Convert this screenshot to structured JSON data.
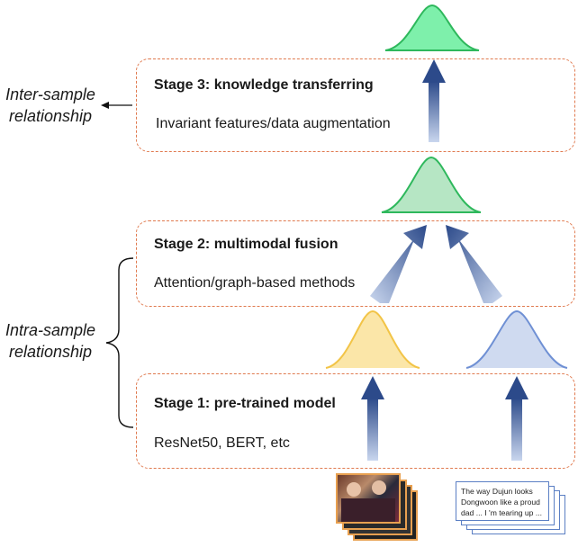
{
  "inter_label": [
    "Inter-sample",
    "relationship"
  ],
  "intra_label": [
    "Intra-sample",
    "relationship"
  ],
  "stage3": {
    "title": "Stage 3: knowledge transferring",
    "desc": "Invariant features/data augmentation"
  },
  "stage2": {
    "title": "Stage 2: multimodal fusion",
    "desc": "Attention/graph-based methods"
  },
  "stage1": {
    "title": "Stage 1:  pre-trained model",
    "desc": "ResNet50, BERT, etc"
  },
  "text_sample": [
    "The way Dujun looks",
    "Dongwoon like a proud",
    "dad ... I 'm tearing up ..."
  ],
  "colors": {
    "box_border": "#e07a4f",
    "green_fill": "#7ef0ab",
    "green_stroke": "#2eb85c",
    "green_fused_fill": "#b6e6c4",
    "yellow_fill": "#fbe6a8",
    "yellow_stroke": "#f2c447",
    "blue_fill": "#cfdaf0",
    "blue_stroke": "#6f90d4",
    "arrow_dark": "#2c4a8a",
    "arrow_light": "#c9d6ee"
  }
}
